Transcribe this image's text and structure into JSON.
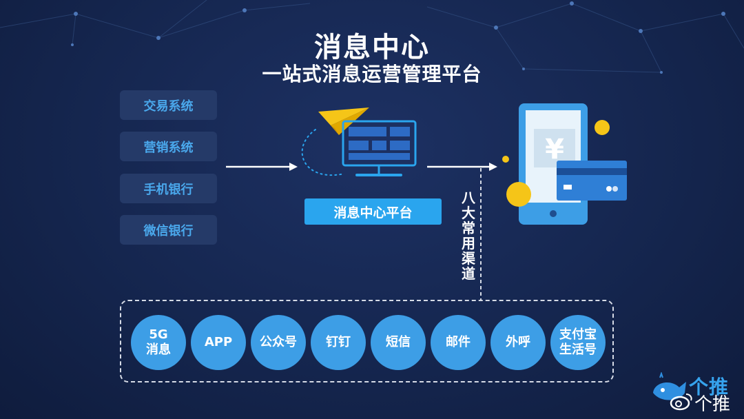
{
  "header": {
    "title": "消息中心",
    "subtitle": "一站式消息运营管理平台"
  },
  "sources": [
    "交易系统",
    "营销系统",
    "手机银行",
    "微信银行"
  ],
  "platform": {
    "label": "消息中心平台"
  },
  "channel_link": {
    "label": "八大常用渠道"
  },
  "phone": {
    "currency_symbol": "¥"
  },
  "channels": [
    "5G\n消息",
    "APP",
    "公众号",
    "钉钉",
    "短信",
    "邮件",
    "外呼",
    "支付宝\n生活号"
  ],
  "watermark": {
    "brand": "个推",
    "weibo_name": "个推"
  },
  "colors": {
    "background": "#15264f",
    "accent": "#2aa5ee",
    "source_text": "#4aa8ec",
    "source_box": "#253a68",
    "channel_circle": "#3d9ee6",
    "coin": "#f5c518"
  },
  "icons": [
    "paper-plane-icon",
    "monitor-icon",
    "phone-icon",
    "credit-card-icon",
    "weibo-icon",
    "whale-logo-icon"
  ]
}
